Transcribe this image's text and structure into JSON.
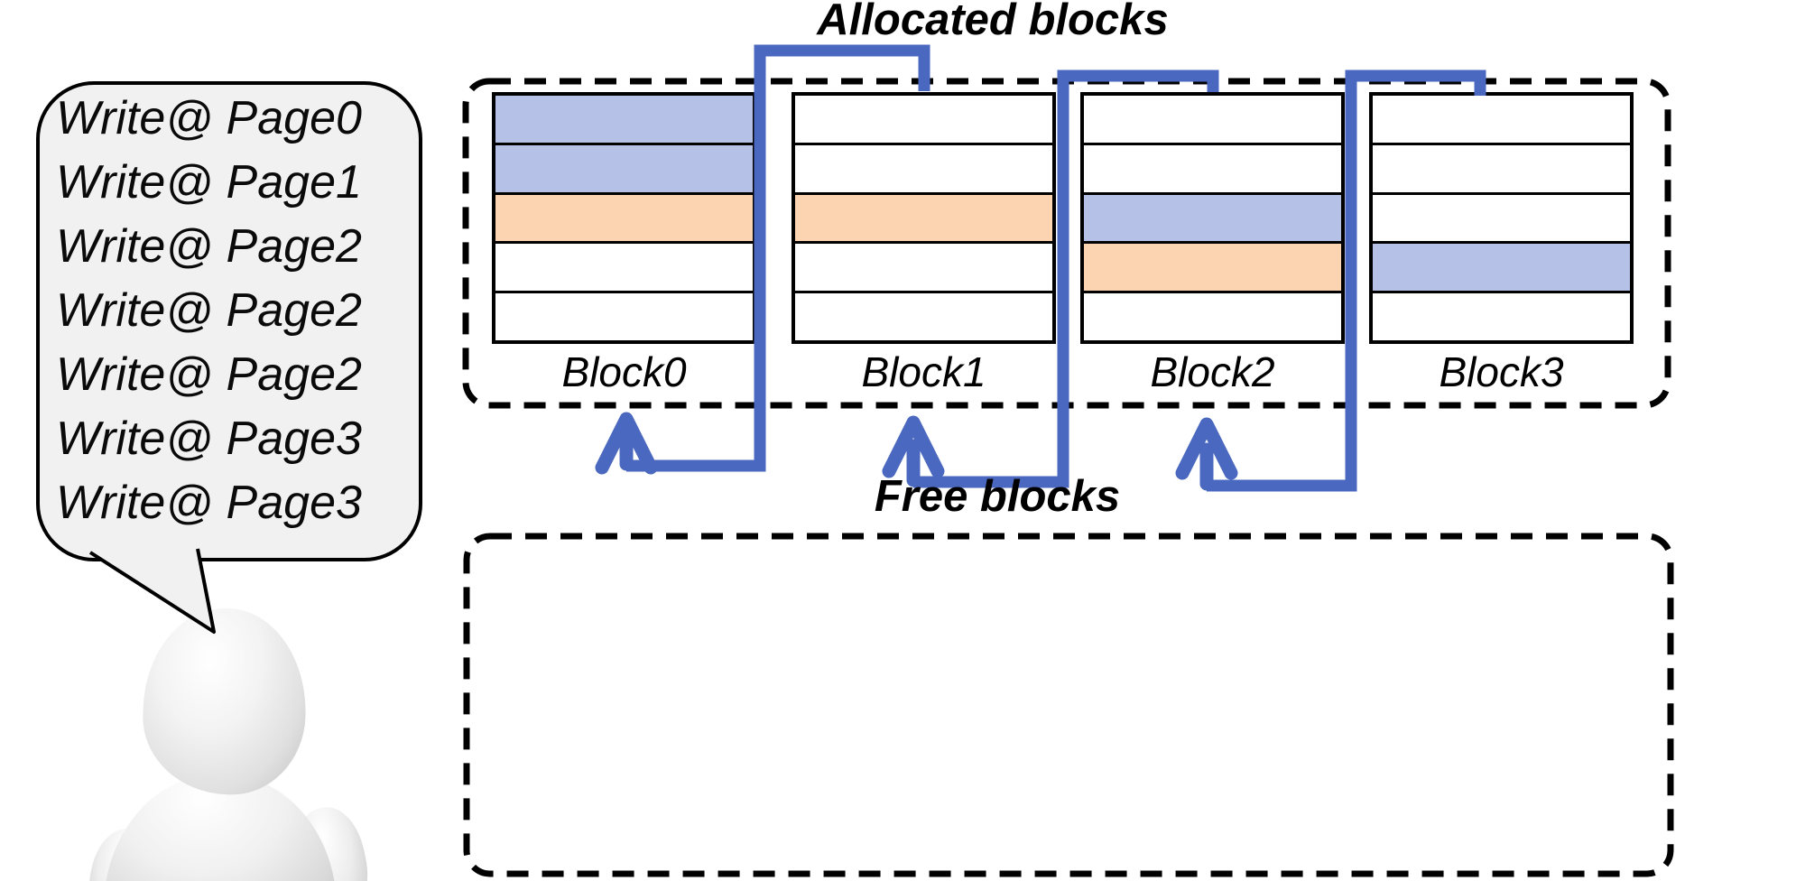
{
  "titles": {
    "allocated": "Allocated blocks",
    "free": "Free blocks"
  },
  "speech_bubble": {
    "lines": [
      "Write@ Page0",
      "Write@ Page1",
      "Write@ Page2",
      "Write@ Page2",
      "Write@ Page2",
      "Write@ Page3",
      "Write@ Page3"
    ]
  },
  "allocated_blocks": [
    {
      "label": "Block0",
      "pages": [
        "blue",
        "blue",
        "orange",
        "white",
        "white"
      ]
    },
    {
      "label": "Block1",
      "pages": [
        "white",
        "white",
        "orange",
        "white",
        "white"
      ]
    },
    {
      "label": "Block2",
      "pages": [
        "white",
        "white",
        "blue",
        "orange",
        "white"
      ]
    },
    {
      "label": "Block3",
      "pages": [
        "white",
        "white",
        "white",
        "blue",
        "white"
      ]
    }
  ],
  "free_blocks": {
    "contents": []
  },
  "colors": {
    "page_blue": "#b6c1e7",
    "page_orange": "#fcd4b1",
    "connector_blue": "#4a68bf",
    "bubble_fill": "#f1f1f1",
    "border_black": "#000000"
  }
}
